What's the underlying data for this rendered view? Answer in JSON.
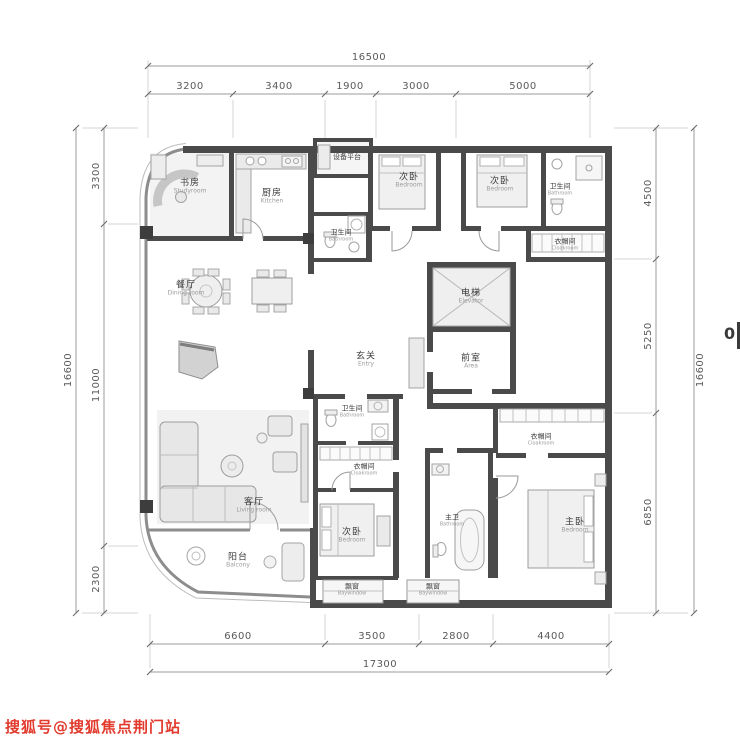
{
  "watermark": "搜狐号@搜狐焦点荆门站",
  "edge_text": "0",
  "dims": {
    "top_total": "16500",
    "top": [
      "3200",
      "3400",
      "1900",
      "3000",
      "5000"
    ],
    "left_total": "16600",
    "left": [
      "3300",
      "11000",
      "2300"
    ],
    "right_total": "16600",
    "right": [
      "4500",
      "5250",
      "6850"
    ],
    "bottom_total": "17300",
    "bottom": [
      "6600",
      "3500",
      "2800",
      "4400"
    ]
  },
  "rooms": {
    "study": {
      "cn": "书房",
      "en": "Studyroom"
    },
    "kitchen": {
      "cn": "厨房",
      "en": "Kitchen"
    },
    "equipment": {
      "cn": "设备平台",
      "en": ""
    },
    "bath_top": {
      "cn": "卫生间",
      "en": "Bathroom"
    },
    "bedroom_mid_top": {
      "cn": "次卧",
      "en": "Bedroom"
    },
    "bedroom_right_top": {
      "cn": "次卧",
      "en": "Bedroom"
    },
    "bath_right_top": {
      "cn": "卫生间",
      "en": "Bathroom"
    },
    "cloak_right_top": {
      "cn": "衣帽间",
      "en": "Cloakroom"
    },
    "elevator": {
      "cn": "电梯",
      "en": "Elevator"
    },
    "anteroom": {
      "cn": "前室",
      "en": "Area"
    },
    "dining": {
      "cn": "餐厅",
      "en": "Dining room"
    },
    "entry": {
      "cn": "玄关",
      "en": "Entry"
    },
    "living": {
      "cn": "客厅",
      "en": "Living room"
    },
    "balcony": {
      "cn": "阳台",
      "en": "Balcony"
    },
    "bath_mid": {
      "cn": "卫生间",
      "en": "Bathroom"
    },
    "cloak_mid": {
      "cn": "衣帽间",
      "en": "Cloakroom"
    },
    "bedroom_bottom": {
      "cn": "次卧",
      "en": "Bedroom"
    },
    "master_bath": {
      "cn": "主卫",
      "en": "Bathroom"
    },
    "cloak_master": {
      "cn": "衣帽间",
      "en": "Cloakroom"
    },
    "master_bedroom": {
      "cn": "主卧",
      "en": "Bedroom"
    },
    "baywindow_left": {
      "cn": "飘窗",
      "en": "Baywindow"
    },
    "baywindow_right": {
      "cn": "飘窗",
      "en": "Baywindow"
    }
  }
}
